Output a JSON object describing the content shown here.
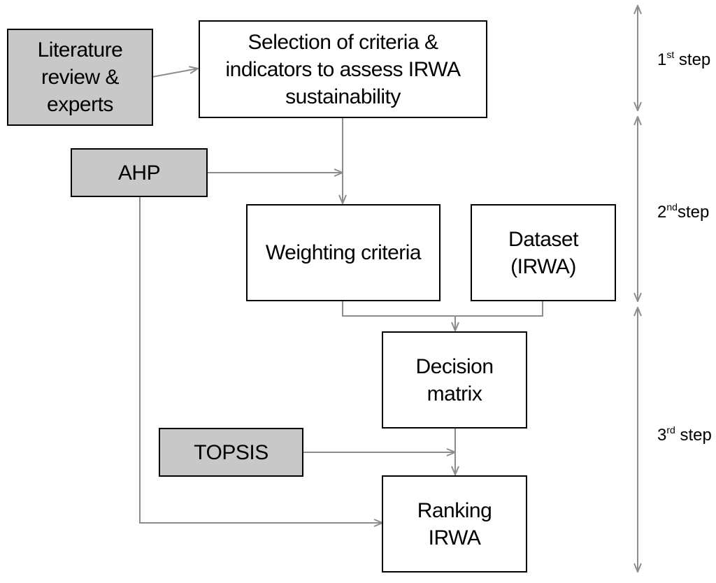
{
  "boxes": {
    "literature": [
      "Literature",
      "review &",
      "experts"
    ],
    "selection": [
      "Selection of criteria &",
      "indicators to assess IRWA",
      "sustainability"
    ],
    "ahp": "AHP",
    "weighting": "Weighting criteria",
    "dataset": [
      "Dataset",
      "(IRWA)"
    ],
    "decision": [
      "Decision",
      "matrix"
    ],
    "topsis": "TOPSIS",
    "ranking": [
      "Ranking",
      "IRWA"
    ]
  },
  "steps": [
    {
      "num": "1",
      "sup": "st",
      "word": " step"
    },
    {
      "num": "2",
      "sup": "nd",
      "word": "step"
    },
    {
      "num": "3",
      "sup": "rd",
      "word": " step"
    }
  ],
  "colors": {
    "process_box": "#ffffff",
    "method_box": "#c8c8c8",
    "connector": "#8c8c8c"
  }
}
